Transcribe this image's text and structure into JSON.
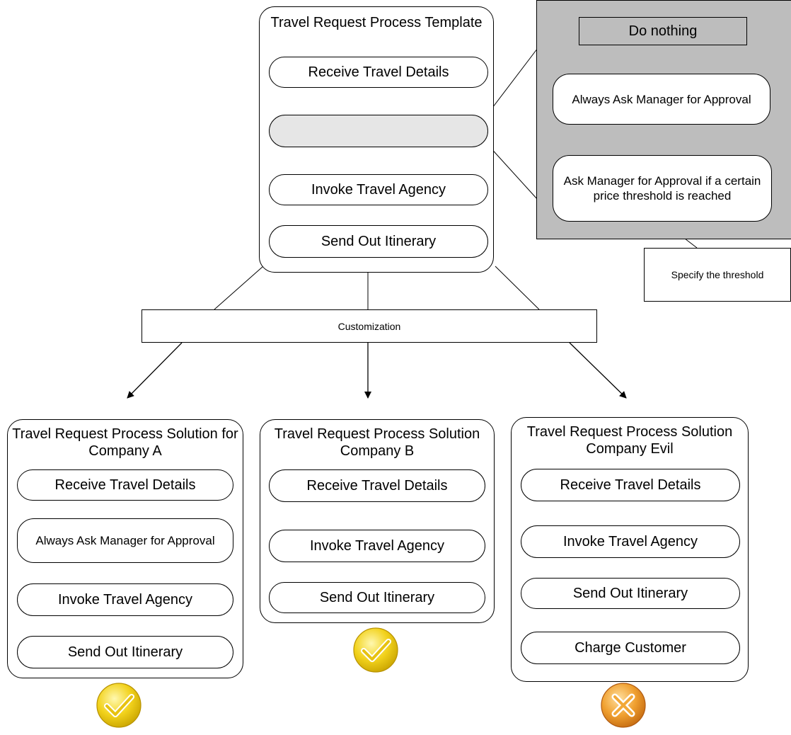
{
  "template": {
    "title": "Travel Request Process Template",
    "steps": [
      "Receive Travel Details",
      "",
      "Invoke Travel Agency",
      "Send Out Itinerary"
    ]
  },
  "options": {
    "do_nothing": "Do nothing",
    "always_ask": "Always Ask Manager for Approval",
    "threshold_ask": "Ask Manager for Approval if a certain price threshold is reached",
    "specify_threshold": "Specify the threshold"
  },
  "customization_label": "Customization",
  "solutions": [
    {
      "title": "Travel Request Process Solution for Company A",
      "steps": [
        "Receive Travel Details",
        "Always Ask Manager for Approval",
        "Invoke Travel Agency",
        "Send Out Itinerary"
      ],
      "status": "approved",
      "status_icon": "check-icon"
    },
    {
      "title": "Travel Request Process Solution Company B",
      "steps": [
        "Receive Travel Details",
        "Invoke Travel Agency",
        "Send Out Itinerary"
      ],
      "status": "approved",
      "status_icon": "check-icon"
    },
    {
      "title": "Travel Request Process Solution Company Evil",
      "steps": [
        "Receive Travel Details",
        "Invoke Travel Agency",
        "Send Out Itinerary",
        "Charge Customer"
      ],
      "status": "rejected",
      "status_icon": "cross-icon"
    }
  ],
  "colors": {
    "placeholder_step": "#e6e6e6",
    "options_panel": "#bdbdbd",
    "approved": "#f2d21c",
    "rejected": "#f0a030"
  }
}
